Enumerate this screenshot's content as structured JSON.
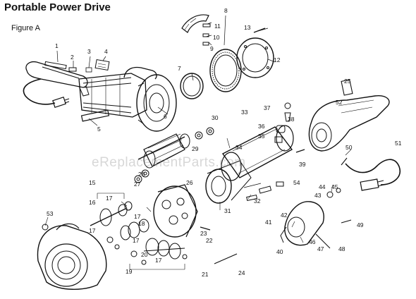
{
  "title": "Portable Power Drive",
  "subtitle": "Figure A",
  "watermark": "eReplacementParts.com",
  "callouts": [
    "1",
    "2",
    "3",
    "4",
    "5",
    "6",
    "7",
    "8",
    "9",
    "10",
    "11",
    "12",
    "13",
    "15",
    "16",
    "17",
    "17",
    "17",
    "17",
    "17",
    "18",
    "19",
    "20",
    "21",
    "22",
    "23",
    "24",
    "25",
    "26",
    "27",
    "28",
    "29",
    "30",
    "31",
    "32",
    "33",
    "34",
    "35",
    "36",
    "37",
    "38",
    "39",
    "40",
    "41",
    "42",
    "43",
    "44",
    "45",
    "46",
    "47",
    "48",
    "49",
    "50",
    "51",
    "52",
    "53",
    "54"
  ]
}
